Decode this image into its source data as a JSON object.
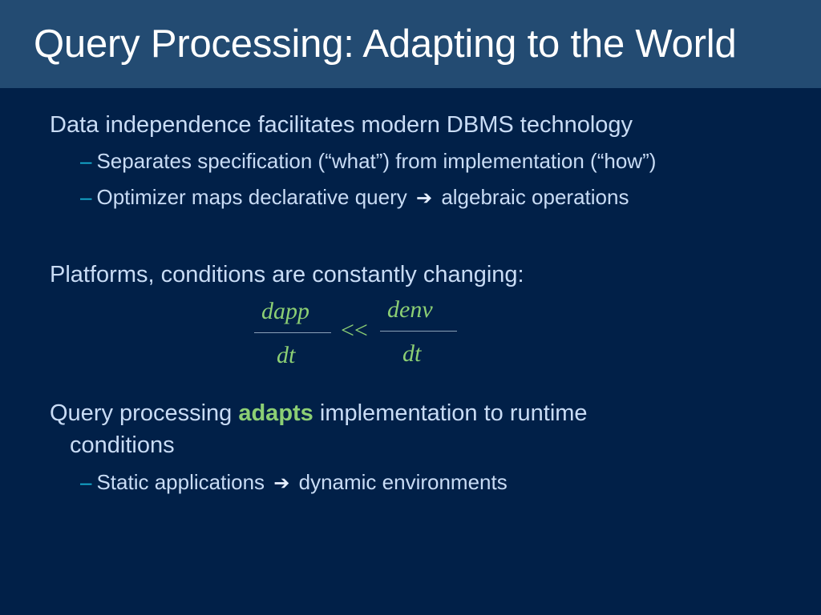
{
  "slide": {
    "title": "Query Processing:  Adapting to the World",
    "sections": [
      {
        "heading": "Data independence facilitates modern DBMS technology",
        "subitems": [
          {
            "text": "Separates specification (“what”) from implementation (“how”)"
          },
          {
            "before": "Optimizer maps declarative query",
            "after": "algebraic operations"
          }
        ]
      },
      {
        "heading": "Platforms, conditions are constantly changing:"
      },
      {
        "heading_before": "Query processing",
        "heading_accent": "adapts",
        "heading_after": "implementation to runtime",
        "heading_cont": "conditions",
        "subitems": [
          {
            "before": "Static applications",
            "after": "dynamic environments"
          }
        ]
      }
    ],
    "formula": {
      "left_num": "dapp",
      "left_den": "dt",
      "operator": "<<",
      "right_num": "denv",
      "right_den": "dt"
    }
  },
  "colors": {
    "background": "#012048",
    "title_bar": "#234b72",
    "body_text": "#c9dcf5",
    "dash": "#16b4d6",
    "accent_green": "#8ccf74"
  },
  "icons": {
    "dash": "–",
    "arrow": "➔"
  }
}
